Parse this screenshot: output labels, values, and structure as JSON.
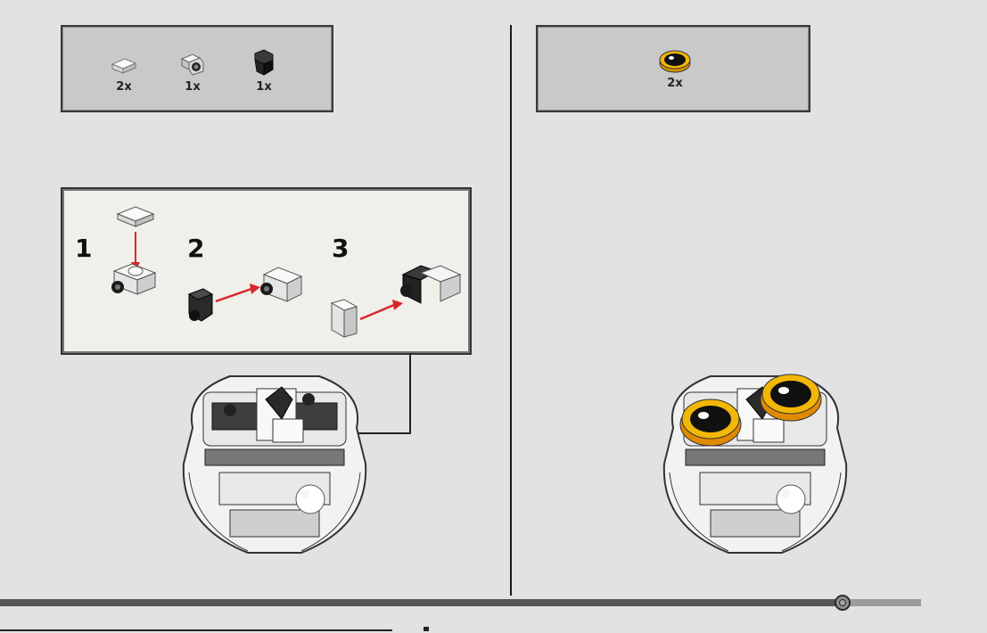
{
  "step_left": {
    "parts": [
      {
        "name": "white-tile-1x1",
        "qty": "2x"
      },
      {
        "name": "white-bracket-with-stud",
        "qty": "1x"
      },
      {
        "name": "black-slope-beak",
        "qty": "1x"
      }
    ],
    "substeps": [
      {
        "number": "1"
      },
      {
        "number": "2"
      },
      {
        "number": "3"
      }
    ]
  },
  "step_right": {
    "parts": [
      {
        "name": "yellow-eye-tile-round",
        "qty": "2x"
      }
    ]
  },
  "progress": {
    "value": 0.915
  },
  "colors": {
    "background": "#e2e2e2",
    "parts_box": "#c9c9c9",
    "substep_box": "#f1efe9",
    "arrow": "#d8262b",
    "eye_yellow": "#f2b705"
  }
}
